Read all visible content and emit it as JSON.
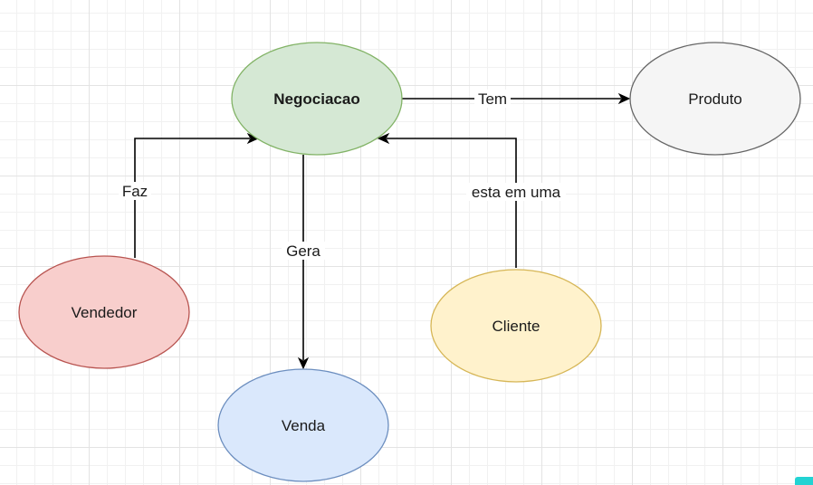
{
  "diagram": {
    "nodes": [
      {
        "id": "negociacao",
        "label": "Negociacao",
        "bold": true,
        "fill": "#d5e8d4",
        "stroke": "#82b366"
      },
      {
        "id": "produto",
        "label": "Produto",
        "bold": false,
        "fill": "#f5f5f5",
        "stroke": "#666666"
      },
      {
        "id": "vendedor",
        "label": "Vendedor",
        "bold": false,
        "fill": "#f8cecc",
        "stroke": "#b85450"
      },
      {
        "id": "venda",
        "label": "Venda",
        "bold": false,
        "fill": "#dae8fc",
        "stroke": "#6c8ebf"
      },
      {
        "id": "cliente",
        "label": "Cliente",
        "bold": false,
        "fill": "#fff2cc",
        "stroke": "#d6b656"
      }
    ],
    "edges": [
      {
        "id": "tem",
        "from": "negociacao",
        "to": "produto",
        "label": "Tem"
      },
      {
        "id": "faz",
        "from": "vendedor",
        "to": "negociacao",
        "label": "Faz"
      },
      {
        "id": "gera",
        "from": "negociacao",
        "to": "venda",
        "label": "Gera"
      },
      {
        "id": "esta-em-uma",
        "from": "cliente",
        "to": "negociacao",
        "label": "esta em uma"
      }
    ]
  }
}
